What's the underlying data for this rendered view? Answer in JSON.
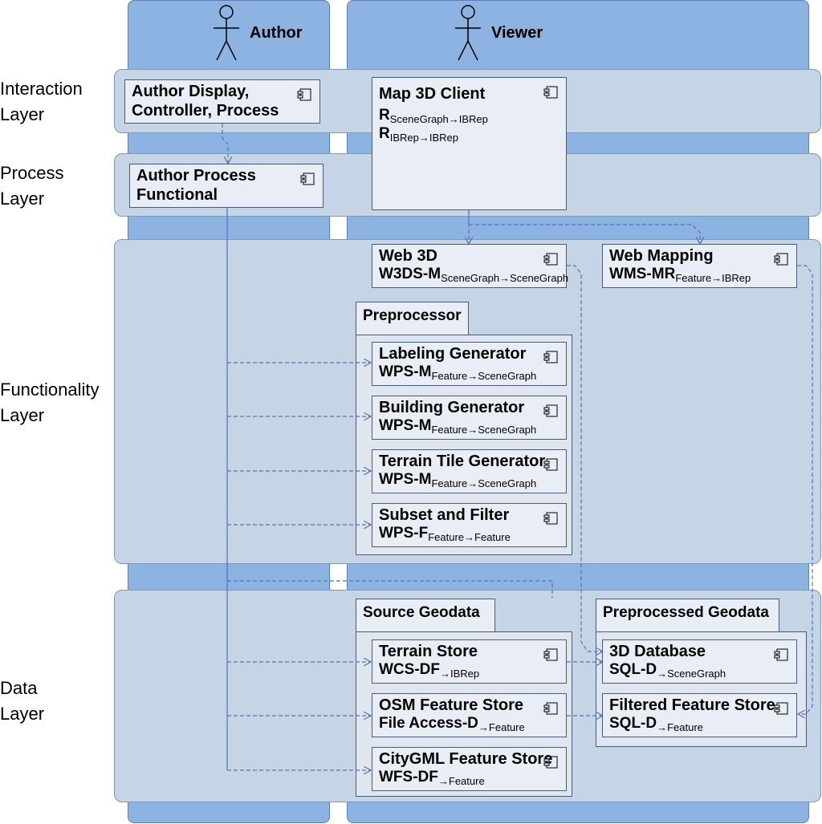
{
  "lanes": {
    "author": "Author",
    "viewer": "Viewer"
  },
  "layers": {
    "interaction": [
      "Interaction",
      "Layer"
    ],
    "process": [
      "Process",
      "Layer"
    ],
    "functionality": [
      "Functionality",
      "Layer"
    ],
    "data": [
      "Data",
      "Layer"
    ]
  },
  "components": {
    "author_display": {
      "line1": "Author Display,",
      "line2": "Controller, Process"
    },
    "map3d": {
      "title": "Map 3D Client",
      "r1_main": "R",
      "r1_sub": "SceneGraph→IBRep",
      "r2_main": "R",
      "r2_sub": "IBRep→IBRep"
    },
    "author_process": {
      "line1": "Author Process",
      "line2": "Functional"
    },
    "web3d": {
      "title": "Web 3D",
      "main": "W3DS-M",
      "sub": "SceneGraph→SceneGraph"
    },
    "web_mapping": {
      "title": "Web Mapping",
      "main": "WMS-MR",
      "sub": "Feature→IBRep"
    },
    "labeling": {
      "title": "Labeling Generator",
      "main": "WPS-M",
      "sub": "Feature→SceneGraph"
    },
    "building": {
      "title": "Building Generator",
      "main": "WPS-M",
      "sub": "Feature→SceneGraph"
    },
    "terrain_tile": {
      "title": "Terrain Tile Generator",
      "main": "WPS-M",
      "sub": "Feature→SceneGraph"
    },
    "subset_filter": {
      "title": "Subset and Filter",
      "main": "WPS-F",
      "sub": "Feature→Feature"
    },
    "terrain_store": {
      "title": "Terrain Store",
      "main": "WCS-DF",
      "sub": "→IBRep"
    },
    "osm_store": {
      "title": "OSM Feature Store",
      "main": "File Access-D",
      "sub": "→Feature"
    },
    "citygml_store": {
      "title": "CityGML Feature Store",
      "main": "WFS-DF",
      "sub": "→Feature"
    },
    "db3d": {
      "title": "3D Database",
      "main": "SQL-D",
      "sub": "→SceneGraph"
    },
    "filtered_store": {
      "title": "Filtered Feature Store",
      "main": "SQL-D",
      "sub": "→Feature"
    }
  },
  "packages": {
    "preprocessor": "Preprocessor",
    "source_geodata": "Source Geodata",
    "preprocessed_geodata": "Preprocessed Geodata"
  },
  "icons": {
    "actor": "stick-figure-actor-icon",
    "component": "uml-component-icon"
  },
  "colors": {
    "lane": "#8db3e2",
    "layer": "#c6d5e6",
    "box": "#e9eef6",
    "connector": "#4f74b8"
  }
}
